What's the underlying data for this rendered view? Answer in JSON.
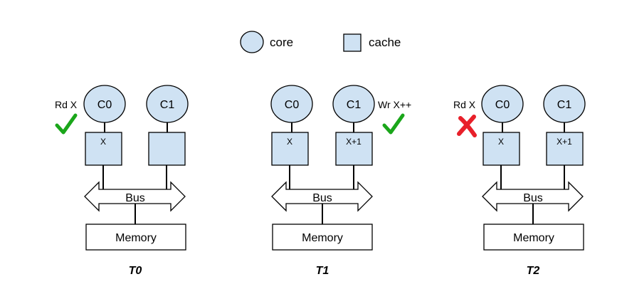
{
  "legend": {
    "core_label": "core",
    "cache_label": "cache"
  },
  "colors": {
    "component_fill": "#cfe2f3",
    "check": "#1aa61a",
    "cross": "#e8202a"
  },
  "panels": [
    {
      "id": "t0",
      "time_label": "T0",
      "core_left": "C0",
      "core_right": "C1",
      "cache_left": "X",
      "cache_right": "",
      "bus_label": "Bus",
      "memory_label": "Memory",
      "annotation_left": "Rd X",
      "annotation_right": "",
      "left_mark": "check-icon",
      "right_mark": ""
    },
    {
      "id": "t1",
      "time_label": "T1",
      "core_left": "C0",
      "core_right": "C1",
      "cache_left": "X",
      "cache_right": "X+1",
      "bus_label": "Bus",
      "memory_label": "Memory",
      "annotation_left": "",
      "annotation_right": "Wr X++",
      "left_mark": "",
      "right_mark": "check-icon"
    },
    {
      "id": "t2",
      "time_label": "T2",
      "core_left": "C0",
      "core_right": "C1",
      "cache_left": "X",
      "cache_right": "X+1",
      "bus_label": "Bus",
      "memory_label": "Memory",
      "annotation_left": "Rd X",
      "annotation_right": "",
      "left_mark": "cross-icon",
      "right_mark": ""
    }
  ]
}
